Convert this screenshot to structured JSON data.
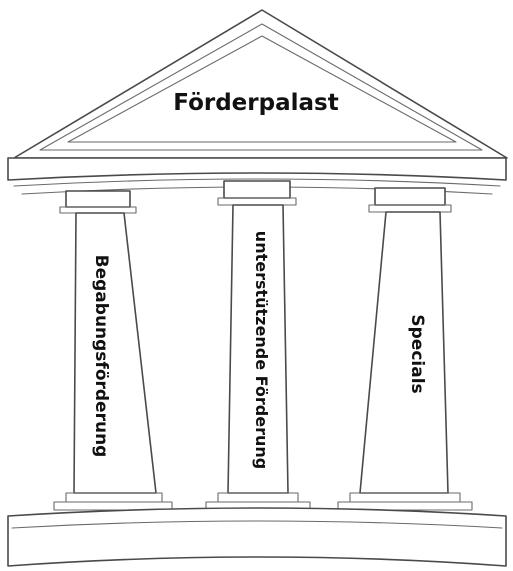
{
  "title": "Förderpalast",
  "pillars": [
    {
      "label": "Begabungsförderung"
    },
    {
      "label": "unterstützende Förderung"
    },
    {
      "label": "Specials"
    }
  ]
}
